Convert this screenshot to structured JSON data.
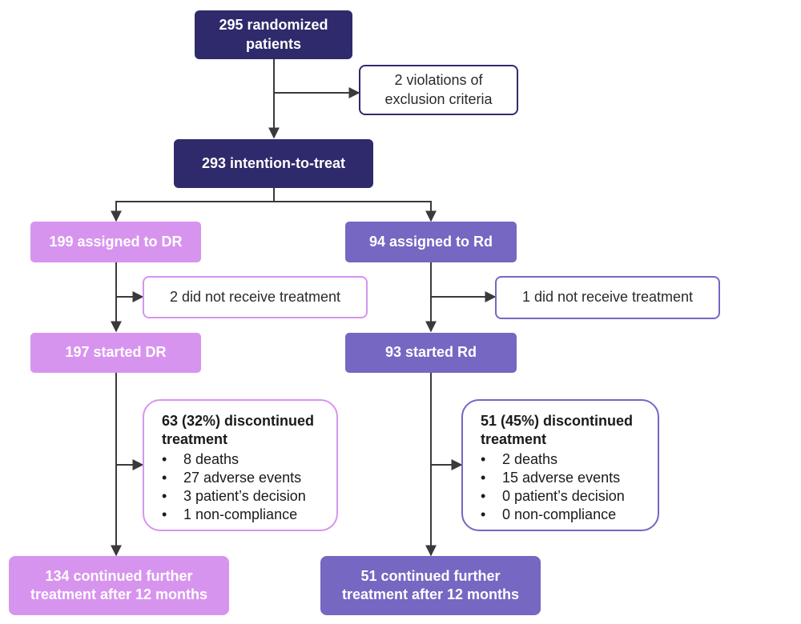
{
  "nodes": {
    "randomized": [
      "295 randomized",
      "patients"
    ],
    "violations": [
      "2 violations of",
      "exclusion criteria"
    ],
    "itt": "293 intention-to-treat",
    "dr": {
      "assigned": "199 assigned to DR",
      "no_treatment": "2 did not receive treatment",
      "started": "197 started DR",
      "discontinued": {
        "title": [
          "63 (32%) discontinued",
          "treatment"
        ],
        "items": [
          "8 deaths",
          "27 adverse events",
          "3 patient’s decision",
          "1 non-compliance"
        ]
      },
      "continued": [
        "134 continued further",
        "treatment after 12 months"
      ]
    },
    "rd": {
      "assigned": "94 assigned to Rd",
      "no_treatment": "1 did not receive treatment",
      "started": "93 started Rd",
      "discontinued": {
        "title": [
          "51 (45%) discontinued",
          "treatment"
        ],
        "items": [
          "2 deaths",
          "15 adverse events",
          "0 patient’s decision",
          "0 non-compliance"
        ]
      },
      "continued": [
        "51 continued further",
        "treatment after 12 months"
      ]
    }
  },
  "bullet": "•",
  "colors": {
    "dark": "#2f2a6b",
    "dr": "#d794ee",
    "rd": "#7567c2",
    "arrow": "#3a3a3a"
  }
}
